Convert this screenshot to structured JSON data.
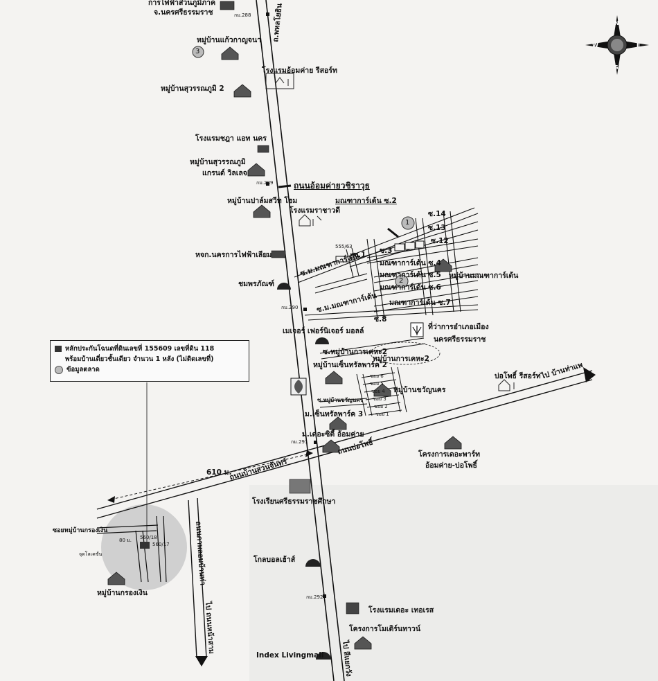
{
  "legend": {
    "item1_line1": "หลักประกันโฉนดที่ดินเลขที่ 155609 เลขที่ดิน 118",
    "item1_line2": "พร้อมบ้านเดี่ยวชั้นเดียว จำนวน 1 หลัง (ไม่ติดเลขที่)",
    "item2": "ข้อมูลตลาด"
  },
  "compass": {
    "n": "N",
    "s": "S",
    "e": "E",
    "w": "W"
  },
  "markers": {
    "m1": "1",
    "m2": "2",
    "m3": "3"
  },
  "labels": {
    "pea_1": "การไฟฟ้าส่วนภูมิภาค",
    "pea_2": "จ.นครศรีธรรมราช",
    "km_top": "กม.288",
    "road_phaholyothin": "ถ.พหลโยธิน",
    "kaew_village": "หมู่บ้านแก้วกาญจนา",
    "resort_camp": "โรงแรมอ้อมค่าย รีสอร์ท",
    "suwannaphum2": "หมู่บ้านสุวรรณภูมิ 2",
    "chada_hotel": "โรงแรมชฎา แอท นคร",
    "suwan_grand_1": "หมู่บ้านสุวรรณภูมิ",
    "suwan_grand_2": "แกรนด์ วิลเลจ",
    "km_289": "กม.289",
    "camp_road": "ถนนอ้อมค่ายวชิราวุธ",
    "palm_home": "หมู่บ้านปาล์มสวีท โฮม",
    "ratchawadee": "โรงแรมราชาวดี",
    "mahachai_s2": "มณฑาการ์เด้น ซ.2",
    "s14": "ซ.14",
    "s13": "ซ.13",
    "s12": "ซ.12",
    "num_555": "555/63",
    "s1": "ซ.1",
    "s3": "ซ.3",
    "ga_s4": "มณฑาการ์เด้น ซ.4",
    "ga_s5": "มณฑาการ์เด้น ซ.5",
    "ga_s6": "มณฑาการ์เด้น ซ.6",
    "ga_s7": "มณฑาการ์เด้น ซ.7",
    "ga_village": "หมู่บ้านมณฑาการ์เด้น",
    "lp_store": "หจก.นครการไฟฟ้าเลียม",
    "sm_ga1": "ซ.ม.มณฑาการ์เด้น",
    "sm_ga2": "ซ.ม.มณฑาการ์เด้น",
    "chom_prapha": "ชมพรภัณฑ์",
    "km_290": "กม.290",
    "s8": "ซ.8",
    "major": "เมเจอร์ เฟอร์นิเจอร์ มอลล์",
    "district_1": "ที่ว่าการอำเภอเมือง",
    "district_2": "นครศรีธรรมราช",
    "s_khaha2": "ซ.หมู่บ้านการเคหะ2",
    "khaha2": "หมู่บ้านการเคหะ2",
    "chin_park2": "หมู่บ้านเซ็นทรัลพาร์ค 2",
    "soi1": "ซอย 1",
    "soi2": "ซอย 2",
    "soi3": "ซอย 3",
    "soi4": "ซอย 4",
    "soi5": "ซอย 5",
    "soi6": "ซอย 6",
    "khwan_village": "หมู่บ้านขวัญนคร",
    "s_khwan": "ซ.หมู่บ้านขวัญนคร",
    "bopo_resort": "บ่อโพธิ์ รีสอร์ท",
    "to_pak_phanang": "ไป บ้านท่าแพ",
    "chin_park3": "ม.เซ็นทรัลพาร์ค 3",
    "the_city": "ม.เดอะซิตี้ อ้อมค่าย",
    "km_291": "กม.291",
    "road_bopho": "ถนนบ่อโพธิ์",
    "project_1": "โครงการเดอะพาร์ท",
    "project_2": "อ้อมค่าย-บ่อโพธิ์",
    "dist_610": "610 ม.",
    "road_suanchan": "ถนนบ้านสวนจันทร์",
    "school": "โรงเรียนศรีธรรมราชศึกษา",
    "soi_krongden": "ซอยหมู่บ้านกรองเงิน",
    "dist_80": "80 ม.",
    "plot_560_18": "560/18",
    "plot_560_17": "560/17",
    "jood": "จุดโลเคชั่น",
    "krongden_village": "หมู่บ้านกรองเงิน",
    "road_kaew": "ถนนภาพลอมบ้านท่า",
    "to_fourway": "ไป ถนนหน้าสาม",
    "global_house": "โกลบอลเฮ้าส์",
    "km_292": "กม.292",
    "the_terrace": "โรงแรมเดอะ เทอเรส",
    "modern_town": "โครงการโมเดิร์นทาวน์",
    "index_mall": "Index Livingmall",
    "to_bangkok": "ไป สีแยกวัง"
  }
}
